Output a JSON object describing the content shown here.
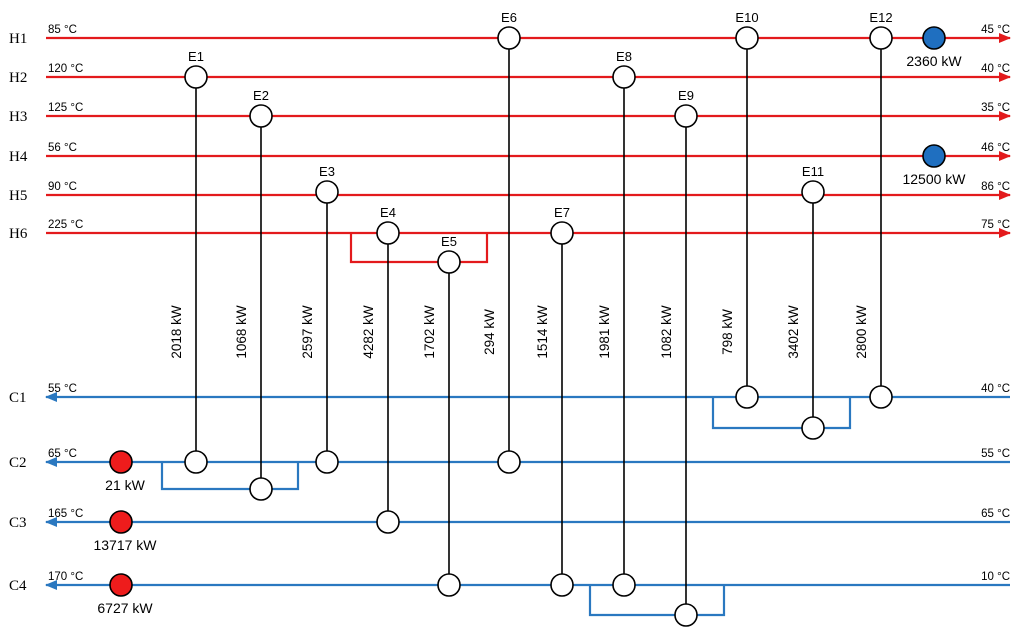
{
  "colors": {
    "hot": "#e31a1c",
    "cold": "#2a78c0",
    "heater": "#ee1c1c",
    "cooler": "#1f6fc0",
    "connector": "#000000"
  },
  "hot_streams": [
    {
      "label": "H1",
      "t_in": "85 °C",
      "t_out": "45 °C"
    },
    {
      "label": "H2",
      "t_in": "120 °C",
      "t_out": "40 °C"
    },
    {
      "label": "H3",
      "t_in": "125 °C",
      "t_out": "35 °C"
    },
    {
      "label": "H4",
      "t_in": "56 °C",
      "t_out": "46 °C"
    },
    {
      "label": "H5",
      "t_in": "90 °C",
      "t_out": "86 °C"
    },
    {
      "label": "H6",
      "t_in": "225 °C",
      "t_out": "75 °C"
    }
  ],
  "cold_streams": [
    {
      "label": "C1",
      "t_out": "55 °C",
      "t_in": "40 °C"
    },
    {
      "label": "C2",
      "t_out": "65 °C",
      "t_in": "55 °C"
    },
    {
      "label": "C3",
      "t_out": "165 °C",
      "t_in": "65 °C"
    },
    {
      "label": "C4",
      "t_out": "170 °C",
      "t_in": "10 °C"
    }
  ],
  "exchangers": [
    {
      "id": "E1",
      "hot": 2,
      "cold": 2,
      "duty": "2018 kW"
    },
    {
      "id": "E2",
      "hot": 3,
      "cold": 2,
      "duty": "1068 kW"
    },
    {
      "id": "E3",
      "hot": 5,
      "cold": 2,
      "duty": "2597 kW"
    },
    {
      "id": "E4",
      "hot": 6,
      "cold": 3,
      "duty": "4282 kW"
    },
    {
      "id": "E5",
      "hot": 6,
      "cold": 4,
      "duty": "1702 kW"
    },
    {
      "id": "E6",
      "hot": 1,
      "cold": 2,
      "duty": "294 kW"
    },
    {
      "id": "E7",
      "hot": 6,
      "cold": 4,
      "duty": "1514 kW"
    },
    {
      "id": "E8",
      "hot": 2,
      "cold": 4,
      "duty": "1981 kW"
    },
    {
      "id": "E9",
      "hot": 3,
      "cold": 4,
      "duty": "1082 kW"
    },
    {
      "id": "E10",
      "hot": 1,
      "cold": 1,
      "duty": "798 kW"
    },
    {
      "id": "E11",
      "hot": 5,
      "cold": 1,
      "duty": "3402 kW"
    },
    {
      "id": "E12",
      "hot": 1,
      "cold": 1,
      "duty": "2800 kW"
    }
  ],
  "coolers": [
    {
      "stream": "H1",
      "duty": "2360 kW"
    },
    {
      "stream": "H4",
      "duty": "12500 kW"
    }
  ],
  "heaters": [
    {
      "stream": "C2",
      "duty": "21 kW"
    },
    {
      "stream": "C3",
      "duty": "13717 kW"
    },
    {
      "stream": "C4",
      "duty": "6727 kW"
    }
  ]
}
